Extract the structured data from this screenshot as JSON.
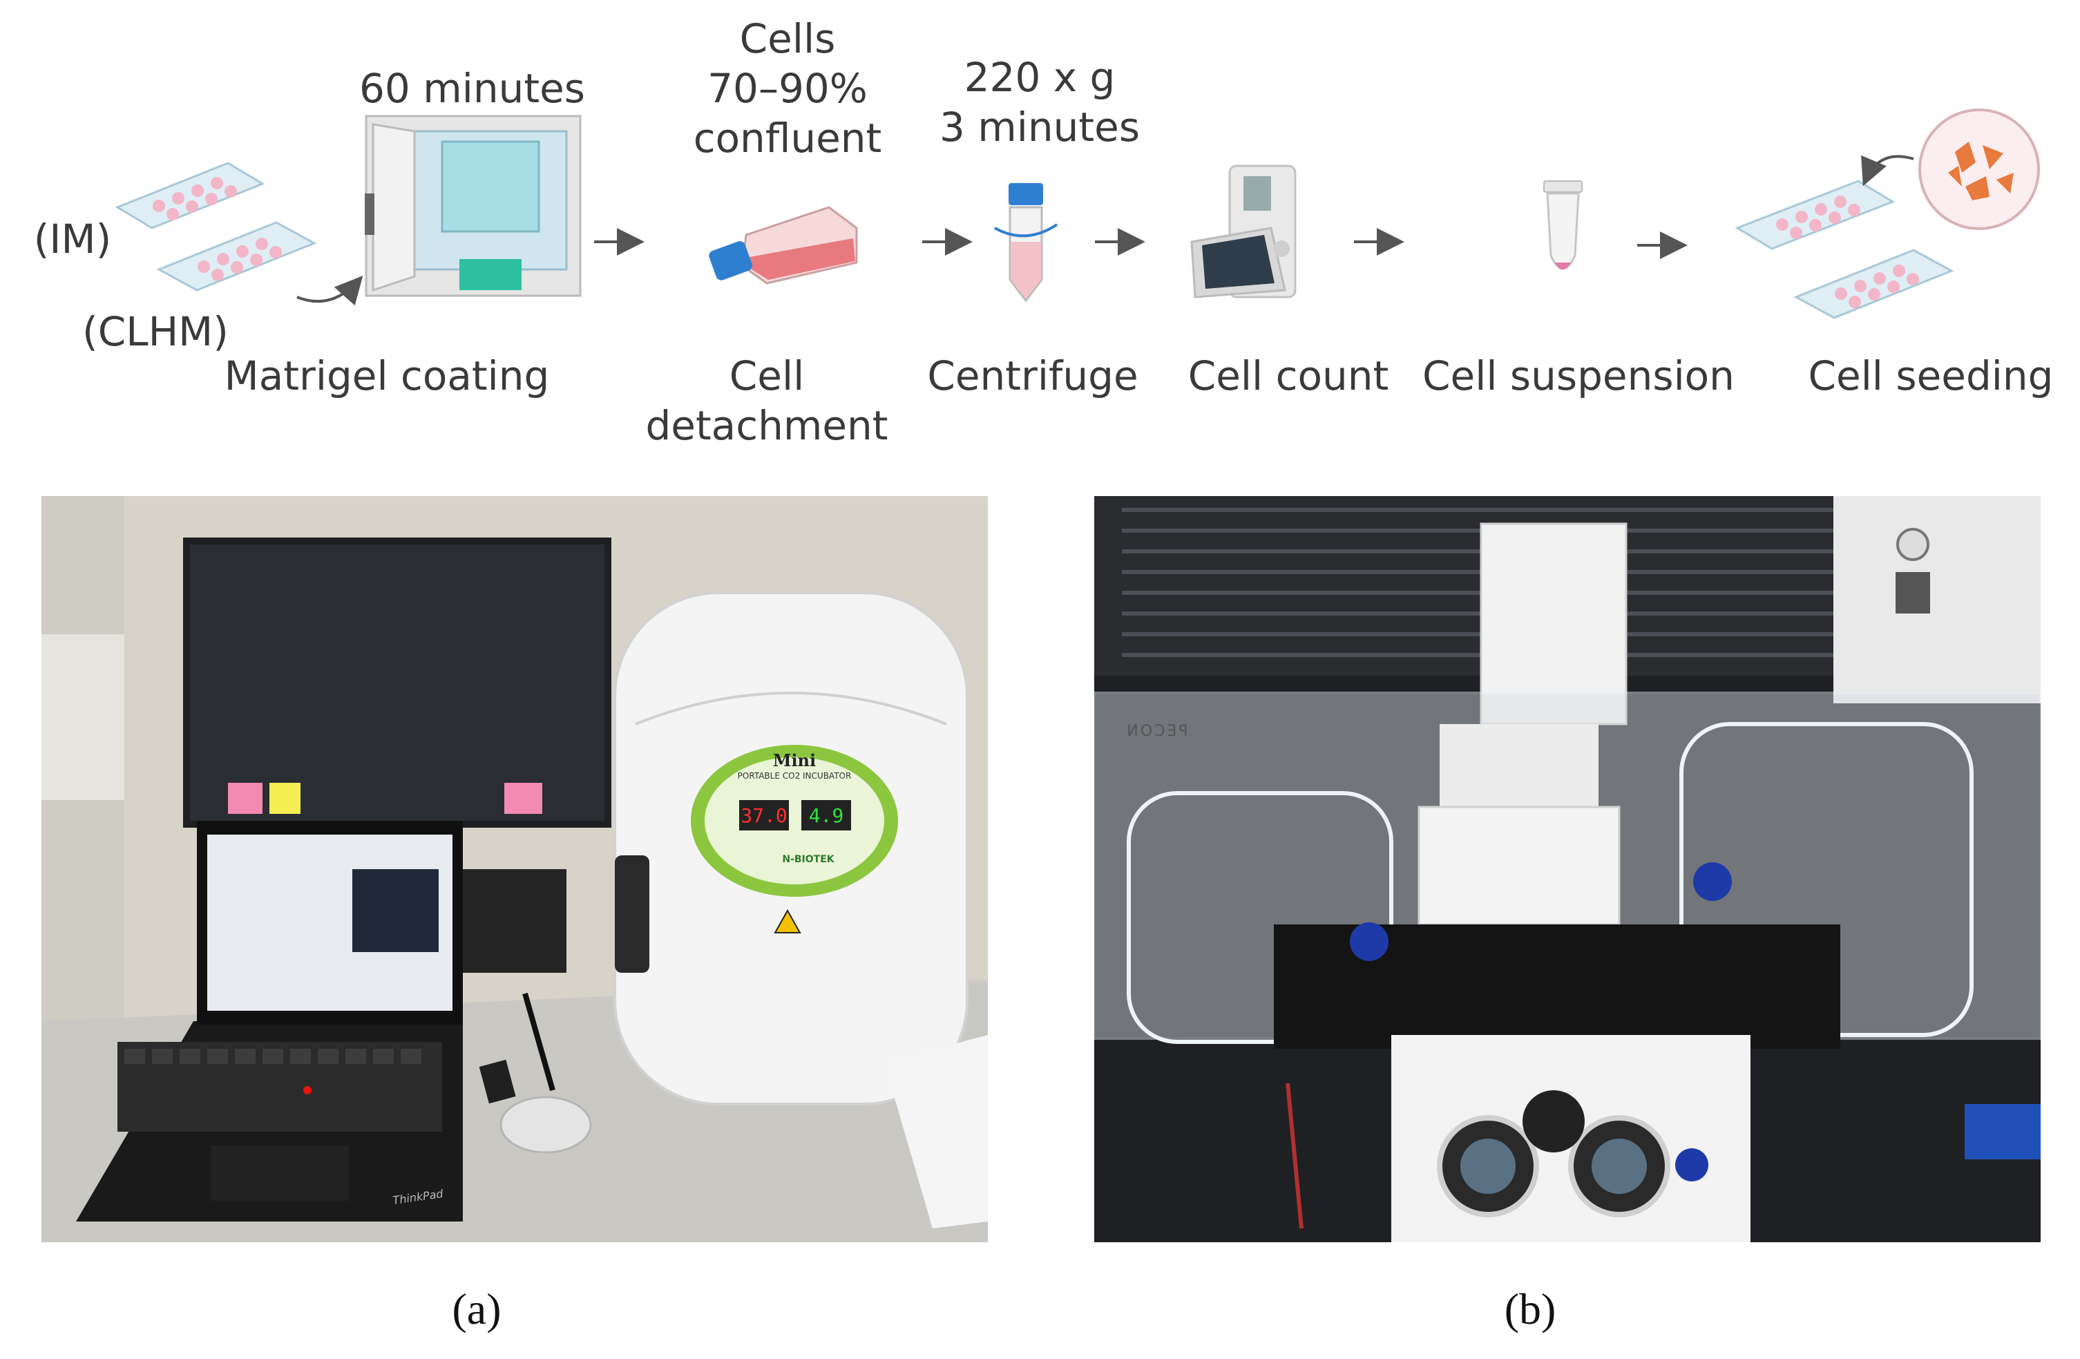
{
  "workflow": {
    "steps": [
      {
        "label": "Matrigel coating",
        "annotation": "60 minutes",
        "tags": [
          "(IM)",
          "(CLHM)"
        ]
      },
      {
        "label_line1": "Cell",
        "label_line2": "detachment",
        "annotation_lines": [
          "Cells",
          "70–90%",
          "confluent"
        ]
      },
      {
        "label": "Centrifuge",
        "annotation_lines": [
          "220 x g",
          "3 minutes"
        ]
      },
      {
        "label": "Cell count"
      },
      {
        "label": "Cell suspension"
      },
      {
        "label": "Cell seeding"
      }
    ]
  },
  "photos": {
    "a": {
      "caption": "(a)",
      "incubator_brand": "Mini",
      "incubator_subtitle": "PORTABLE CO2 INCUBATOR",
      "display_temp": "37.0",
      "display_co2": "4.9",
      "maker": "N-BIOTEK",
      "laptop_brand": "ThinkPad"
    },
    "b": {
      "caption": "(b)",
      "chamber_brand": "PECON"
    }
  },
  "colors": {
    "arrow": "#555555",
    "flask_fill": "#e8797e",
    "cap_blue": "#2f7fd0",
    "incubator_green": "#8cc63f"
  }
}
